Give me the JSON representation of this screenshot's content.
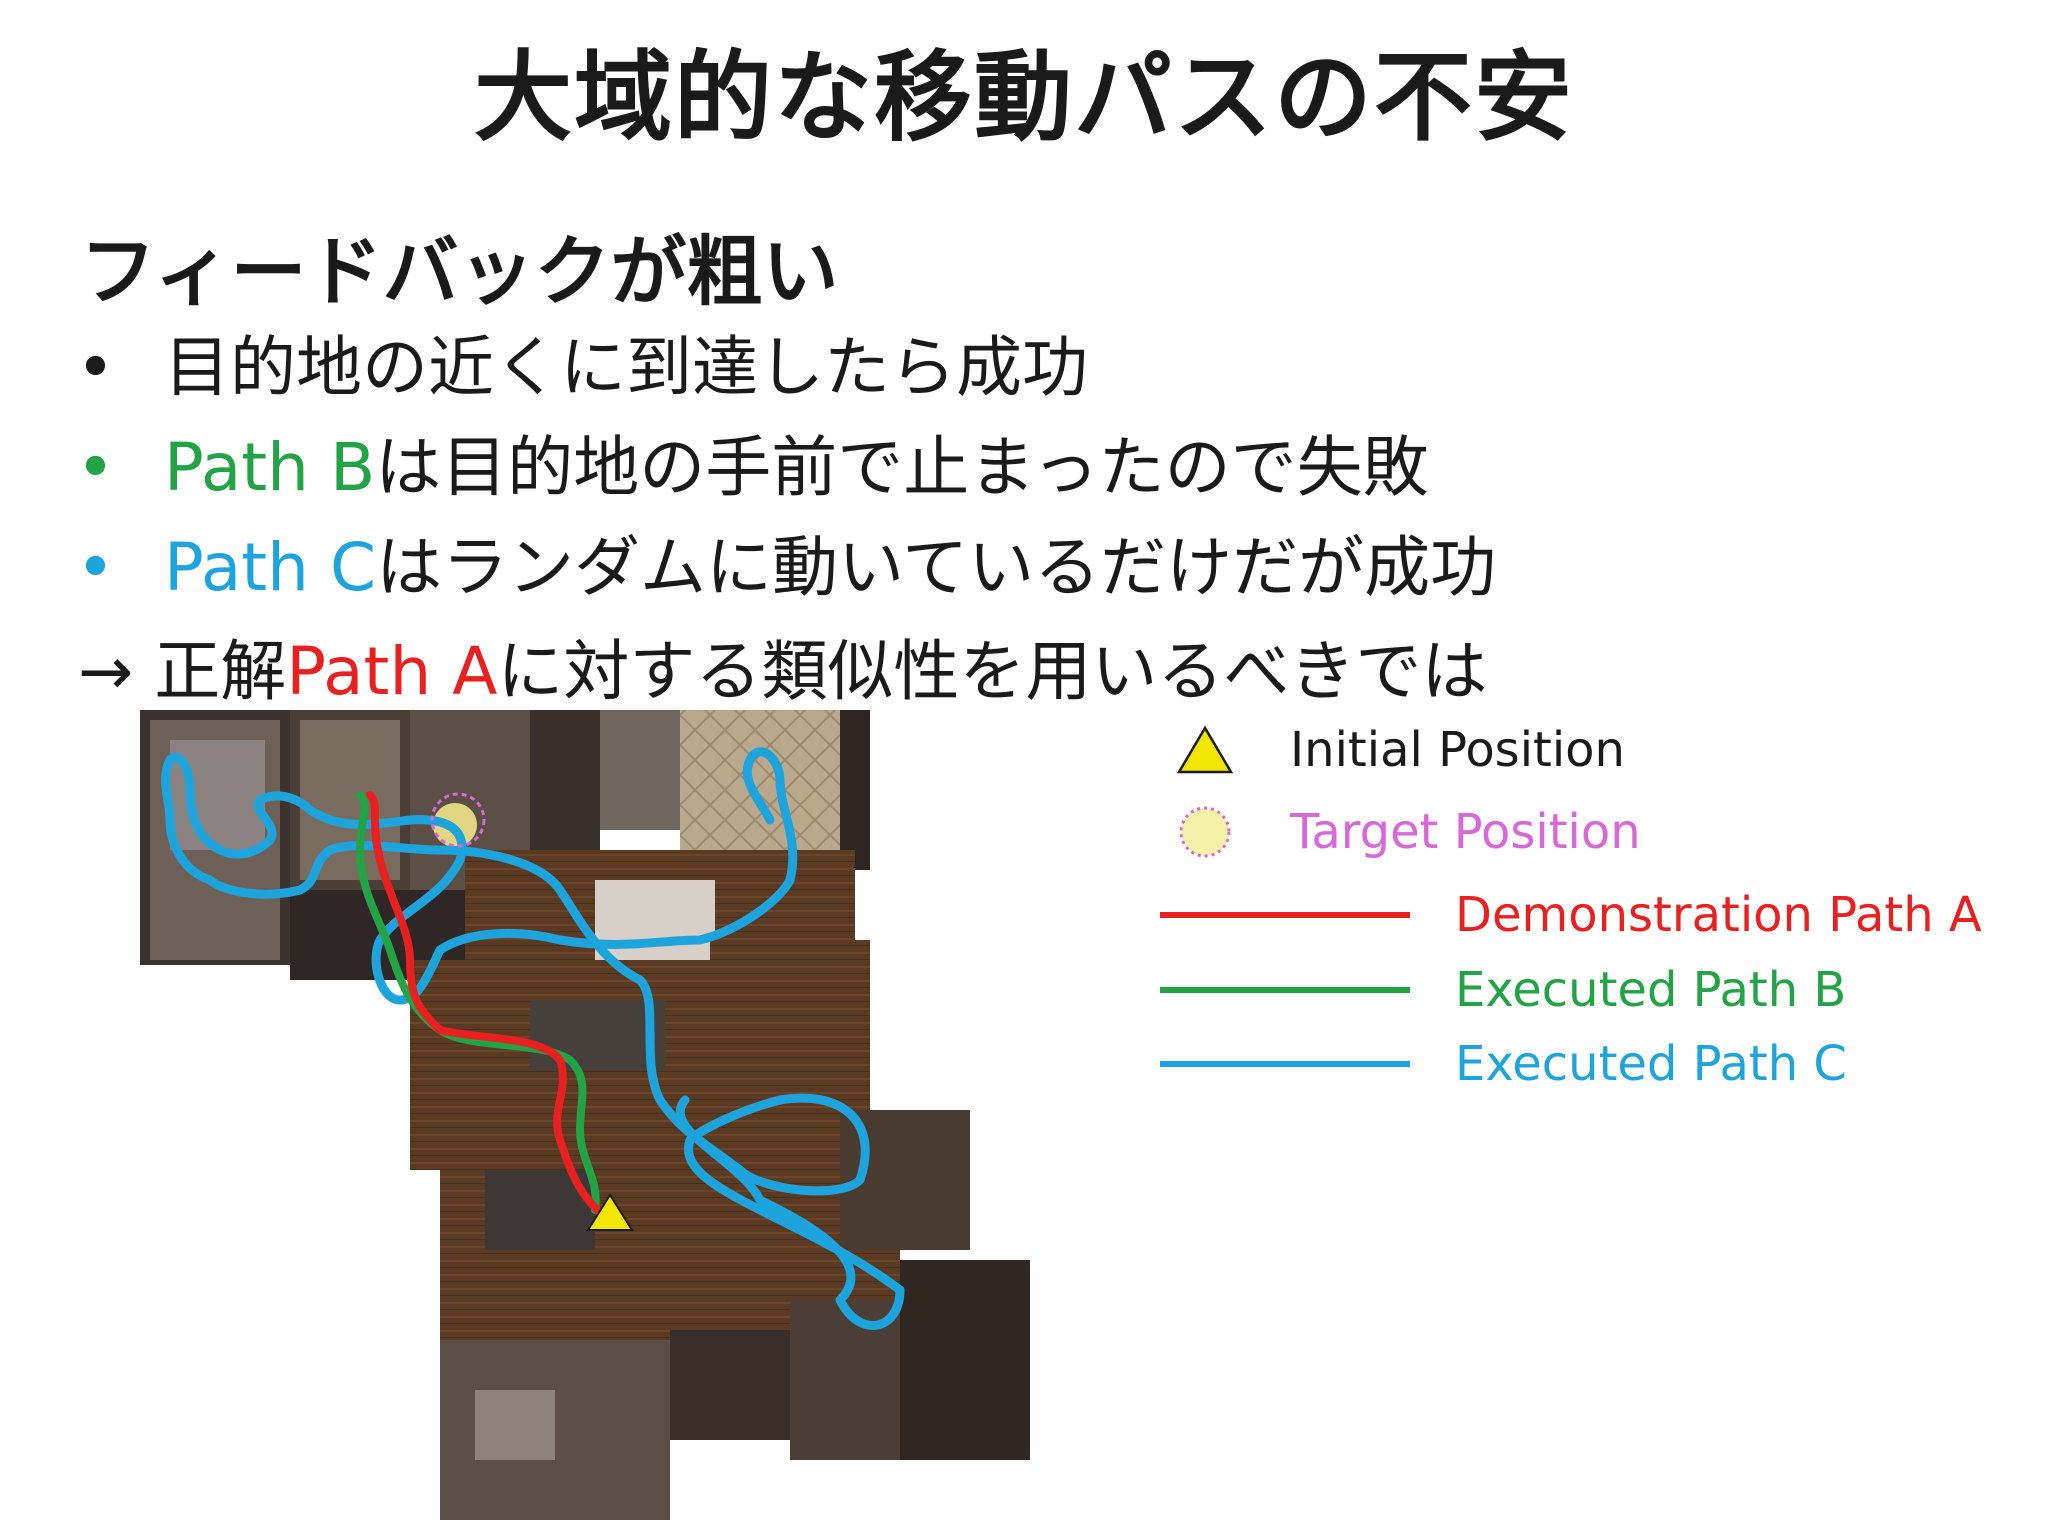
{
  "slide": {
    "title": "大域的な移動パスの不安",
    "subheading": "フィードバックが粗い",
    "bullets": [
      {
        "mark": "•",
        "prefix": "",
        "rest": "目的地の近くに到達したら成功",
        "color": "#1a1a1a"
      },
      {
        "mark": "•",
        "prefix": "Path B",
        "rest": "は目的地の手前で止まったので失敗",
        "color": "#21a346"
      },
      {
        "mark": "•",
        "prefix": "Path C",
        "rest": "はランダムに動いているだけだが成功",
        "color": "#1ea4dc"
      }
    ],
    "conclusion": {
      "pre": "→ 正解",
      "highlight": "Path A",
      "post": "に対する類似性を用いるべきでは",
      "highlight_color": "#e8201f"
    }
  },
  "legend": {
    "initial_position": "Initial Position",
    "target_position": "Target Position",
    "path_a": "Demonstration Path A",
    "path_b": "Executed Path B",
    "path_c": "Executed Path C"
  },
  "colors": {
    "path_a": "#e8201f",
    "path_b": "#21a346",
    "path_c": "#1ea4dc",
    "target": "#d868d8",
    "initial": "#f2e600"
  },
  "map": {
    "icon": "floor-plan-image"
  }
}
